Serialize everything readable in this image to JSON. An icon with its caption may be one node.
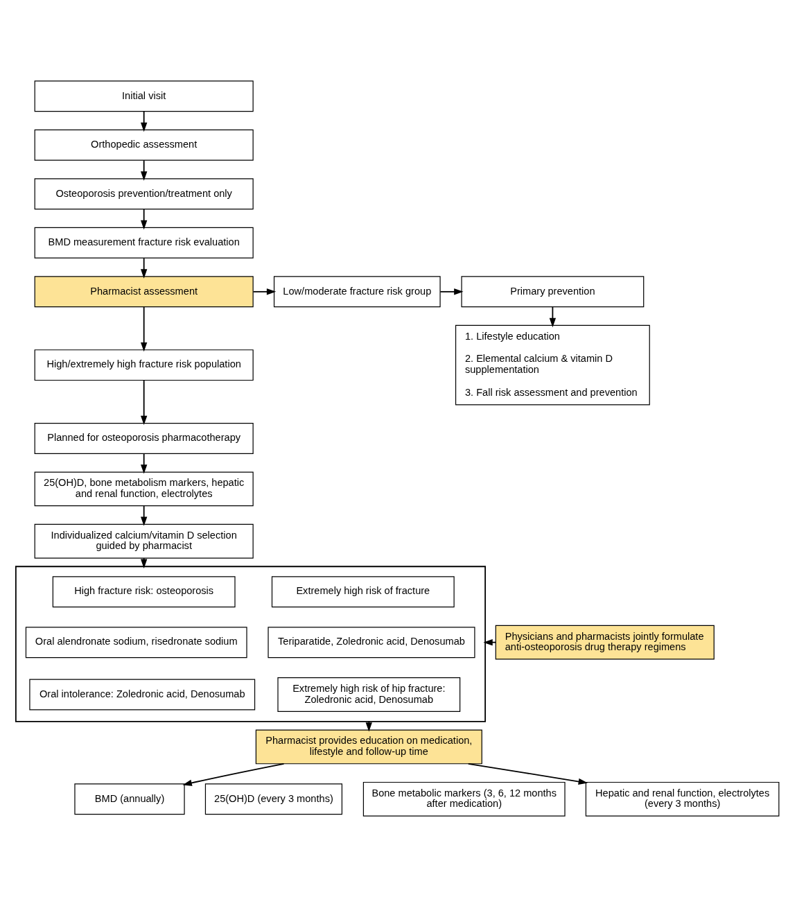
{
  "diagram": {
    "nodes": [
      {
        "text": [
          "Initial visit"
        ]
      },
      {
        "text": [
          "Orthopedic assessment"
        ]
      },
      {
        "text": [
          "Osteoporosis prevention/treatment only"
        ]
      },
      {
        "text": [
          "BMD measurement fracture risk evaluation"
        ]
      },
      {
        "text": [
          "Pharmacist assessment"
        ]
      },
      {
        "text": [
          "Low/moderate fracture risk group"
        ]
      },
      {
        "text": [
          "Primary prevention"
        ]
      },
      {
        "text": [
          "1. Lifestyle education",
          "2. Elemental calcium & vitamin D supplementation",
          "3. Fall risk assessment and prevention"
        ]
      },
      {
        "text": [
          "High/extremely high fracture risk population"
        ]
      },
      {
        "text": [
          "Planned for osteoporosis pharmacotherapy"
        ]
      },
      {
        "text": [
          "25(OH)D, bone metabolism markers, hepatic and renal function, electrolytes"
        ]
      },
      {
        "text": [
          "Individualized calcium/vitamin D selection guided by pharmacist"
        ]
      },
      {
        "text": [],
        "shape": "box"
      },
      {
        "text": [
          "High fracture risk: osteoporosis"
        ],
        "in": 12
      },
      {
        "text": [
          "Extremely high risk of fracture"
        ],
        "in": 12
      },
      {
        "text": [
          "Oral alendronate sodium, risedronate sodium"
        ],
        "in": 12
      },
      {
        "text": [
          "Teriparatide, Zoledronic acid, Denosumab"
        ],
        "in": 12
      },
      {
        "text": [
          "Oral intolerance: Zoledronic acid, Denosumab"
        ],
        "in": 12
      },
      {
        "text": [
          "Extremely high risk of hip fracture: Zoledronic acid, Denosumab"
        ],
        "in": 12
      },
      {
        "text": [
          "Physicians and pharmacists jointly formulate anti-osteoporosis drug therapy regimens"
        ]
      },
      {
        "text": [
          "Pharmacist provides education on medication, lifestyle and follow-up time"
        ]
      },
      {
        "text": [
          "BMD (annually)"
        ]
      },
      {
        "text": [
          "25(OH)D (every 3 months)"
        ]
      },
      {
        "text": [
          "Bone metabolic markers (3, 6, 12 months after medication)"
        ]
      },
      {
        "text": [
          "Hepatic and renal function, electrolytes (every 3 months)"
        ]
      }
    ],
    "edges": [
      {
        "from": 0,
        "to": 1,
        "arrow": "to"
      },
      {
        "from": 1,
        "to": 2,
        "arrow": "to"
      },
      {
        "from": 2,
        "to": 3,
        "arrow": "to"
      },
      {
        "from": 3,
        "to": 4,
        "arrow": "to"
      },
      {
        "from": 4,
        "to": 5,
        "arrow": "to"
      },
      {
        "from": 5,
        "to": 6,
        "arrow": "to"
      },
      {
        "from": 6,
        "to": 7,
        "arrow": "to"
      },
      {
        "from": 4,
        "to": 8,
        "arrow": "to"
      },
      {
        "from": 8,
        "to": 9,
        "arrow": "to"
      },
      {
        "from": 9,
        "to": 10,
        "arrow": "to"
      },
      {
        "from": 10,
        "to": 11,
        "arrow": "to"
      },
      {
        "from": 11,
        "to": 12,
        "arrow": "to"
      },
      {
        "from": 19,
        "to": 12,
        "arrow": "to"
      },
      {
        "from": 12,
        "to": 20,
        "arrow": "to"
      },
      {
        "from": 20,
        "to": 21,
        "arrow": "to"
      },
      {
        "from": 20,
        "to": 24,
        "arrow": "to"
      }
    ]
  }
}
